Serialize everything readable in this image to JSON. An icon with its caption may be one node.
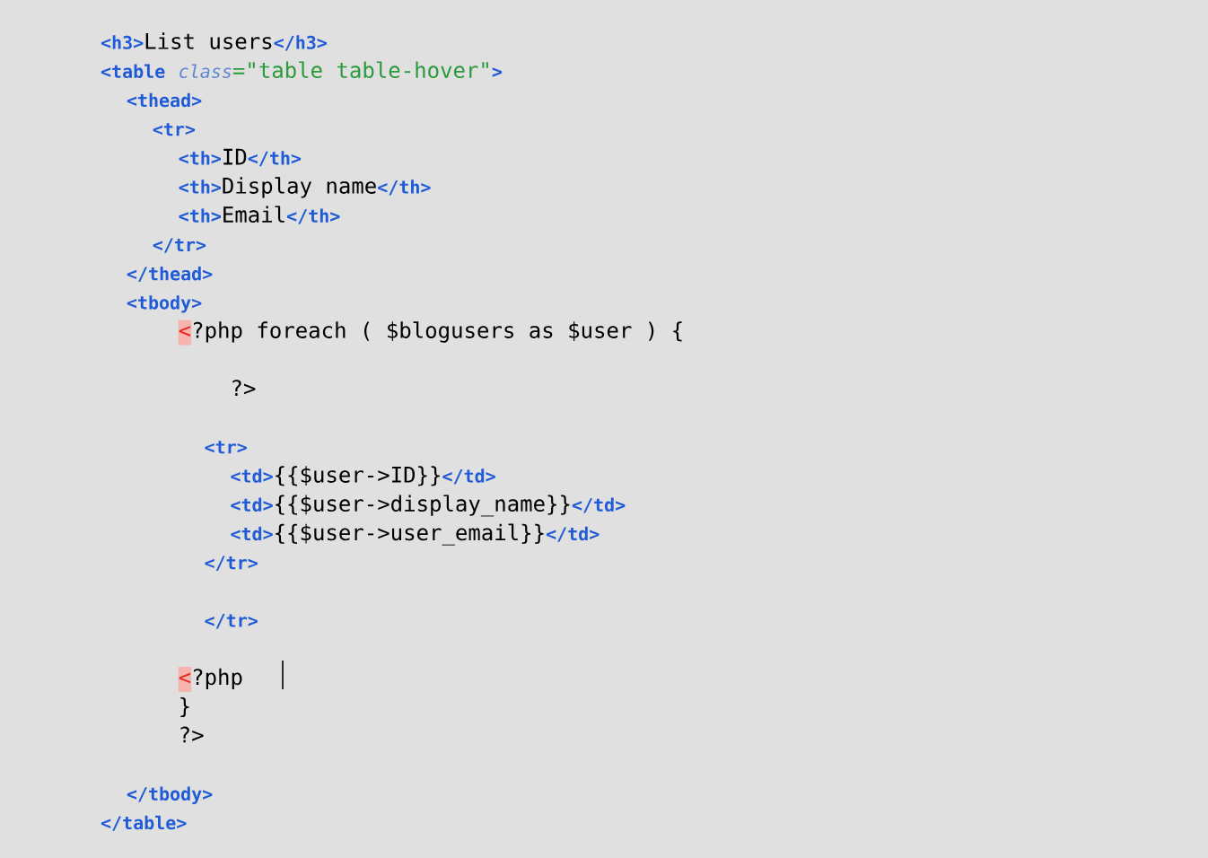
{
  "diagram": {
    "labels": [
      "<h3>",
      "List users",
      "</h3>",
      "<table",
      "class",
      "=\"table table-hover\"",
      ">",
      "<thead>",
      "<tr>",
      "<th>",
      "ID",
      "</th>",
      "<th>",
      "Display name",
      "</th>",
      "<th>",
      "Email",
      "</th>",
      "</tr>",
      "</thead>",
      "<tbody>",
      "<",
      "?php foreach ( $blogusers as $user ) {",
      "?>",
      "<tr>",
      "<td>",
      "{{$user->ID}}",
      "</td>",
      "<td>",
      "{{$user->display_name}}",
      "</td>",
      "<td>",
      "{{$user->user_email}}",
      "</td>",
      "</tr>",
      "</tr>",
      "<",
      "?php",
      "}",
      "?>",
      "</tbody>",
      "</table>"
    ]
  }
}
